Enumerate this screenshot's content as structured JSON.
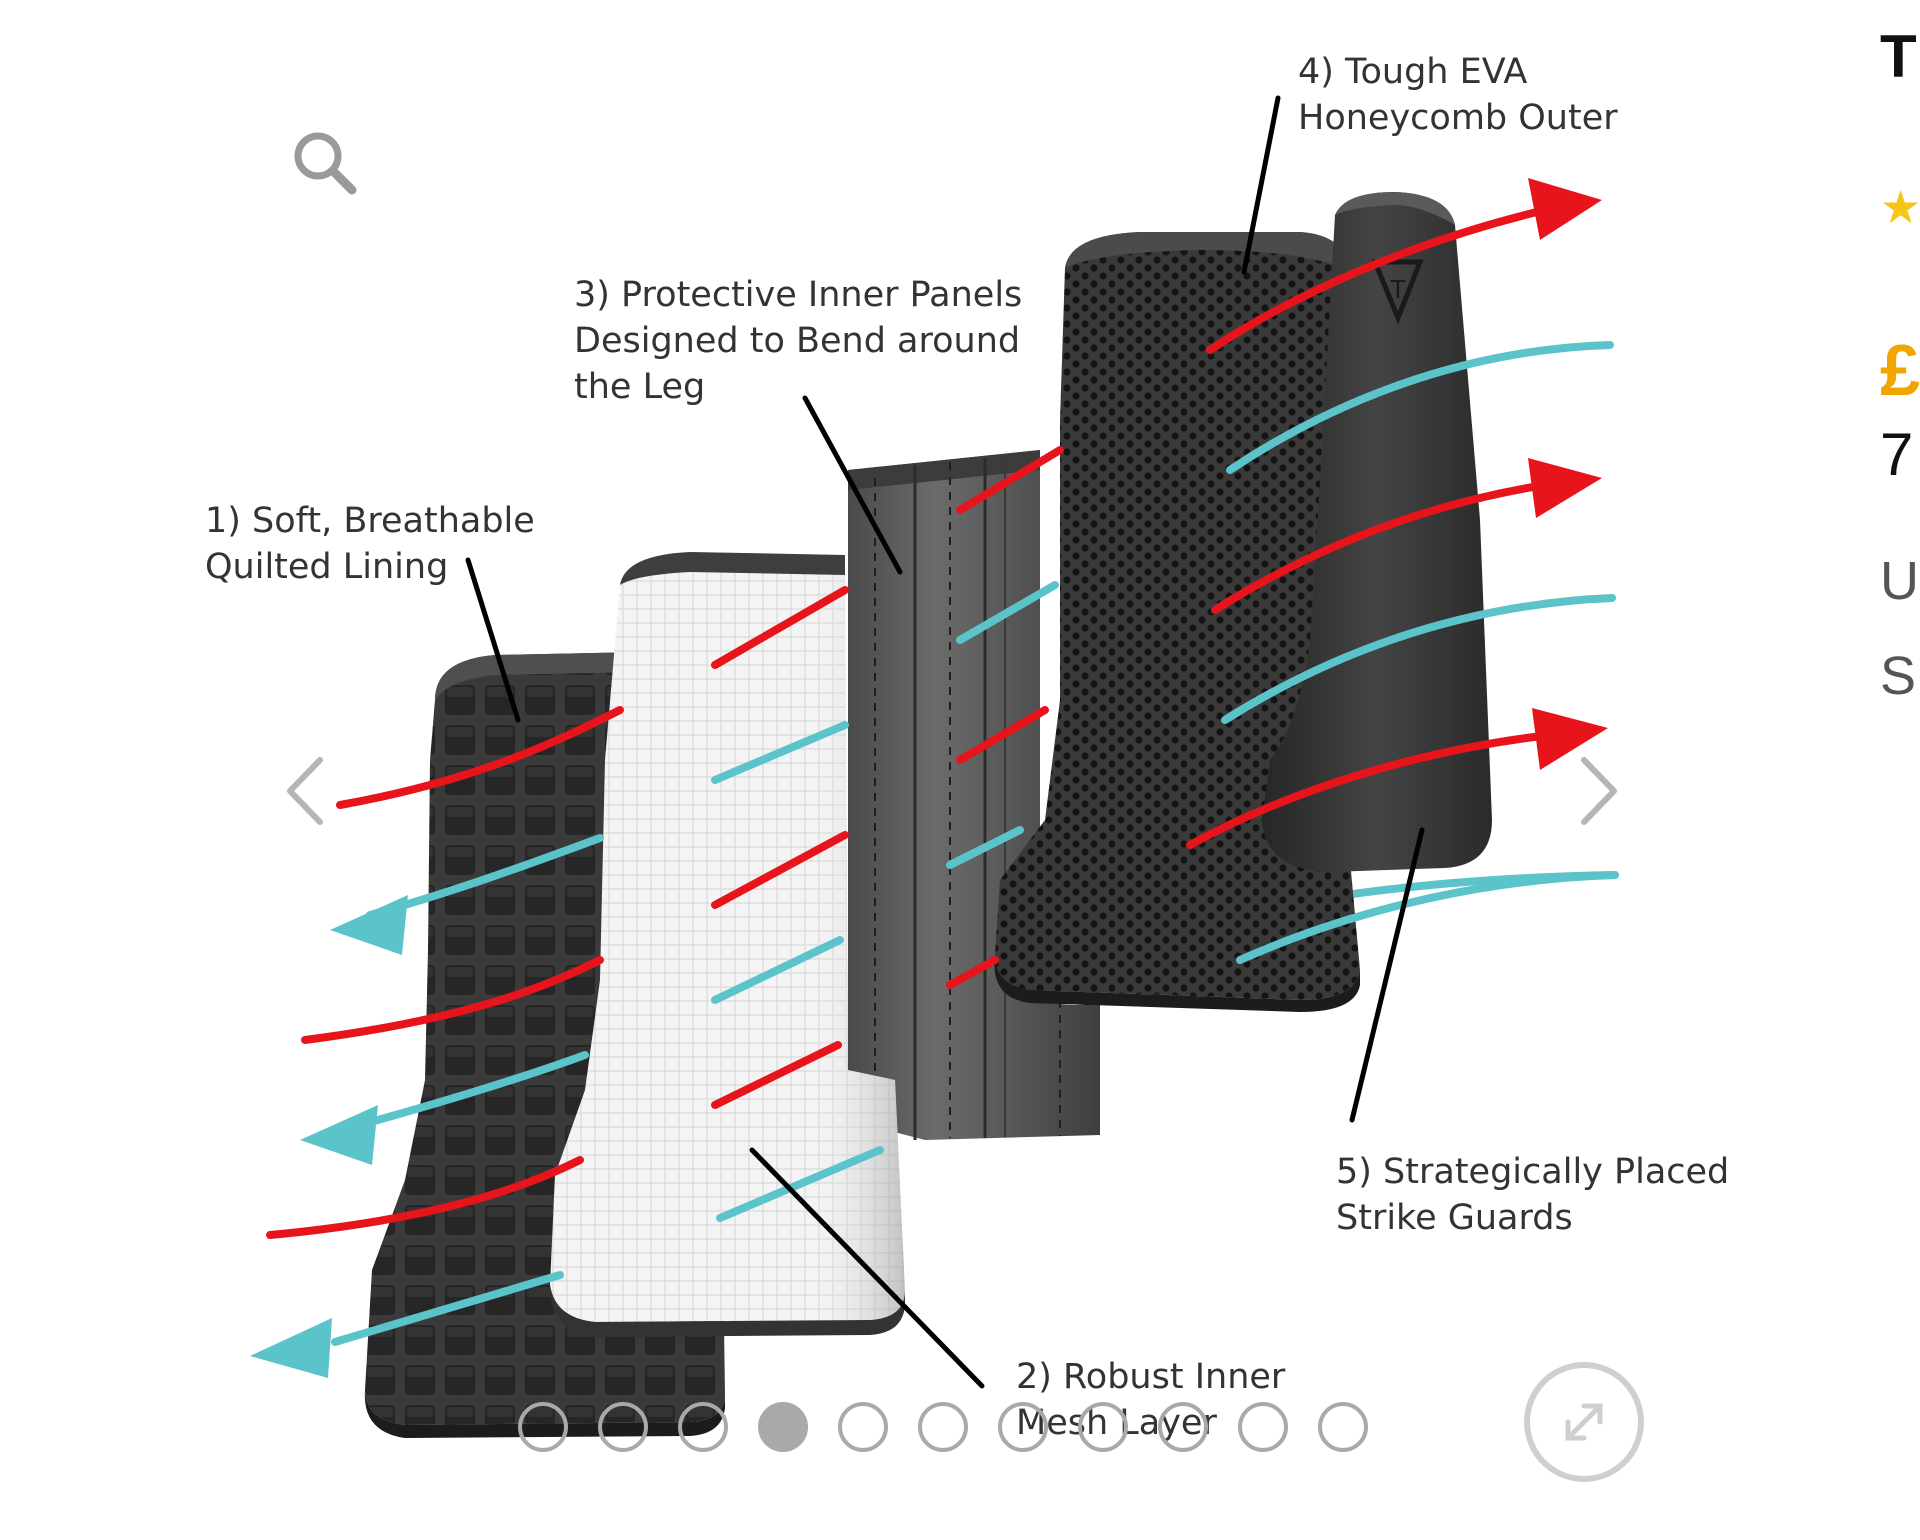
{
  "labels": {
    "l1": [
      "1) Soft, Breathable",
      "Quilted Lining"
    ],
    "l2": [
      "2) Robust Inner",
      "Mesh Layer"
    ],
    "l3": [
      "3) Protective Inner Panels",
      "Designed to Bend around",
      "the Leg"
    ],
    "l4": [
      "4) Tough EVA",
      "Honeycomb Outer"
    ],
    "l5": [
      "5) Strategically Placed",
      "Strike Guards"
    ]
  },
  "icons": {
    "zoom": "magnifier-icon",
    "prev": "chevron-left-icon",
    "next": "chevron-right-icon",
    "expand": "expand-icon",
    "logo": "brand-logo-icon"
  },
  "carousel": {
    "total": 11,
    "active_index": 3
  },
  "colors": {
    "heat_arrow": "#e8141b",
    "air_arrow": "#5bc4cb",
    "lining": "#3a3a3a",
    "mesh": "#f2f2f2",
    "panel": "#5f5f5f",
    "outer": "#2f2f2f",
    "guard": "#3c3c3c",
    "control_grey": "#a9a9a9"
  },
  "side_panel": {
    "title_fragment": "T",
    "star": "★",
    "price_fragment": "£",
    "old_price_fragment": "7",
    "line1_fragment": "U",
    "line2_fragment": "S"
  }
}
